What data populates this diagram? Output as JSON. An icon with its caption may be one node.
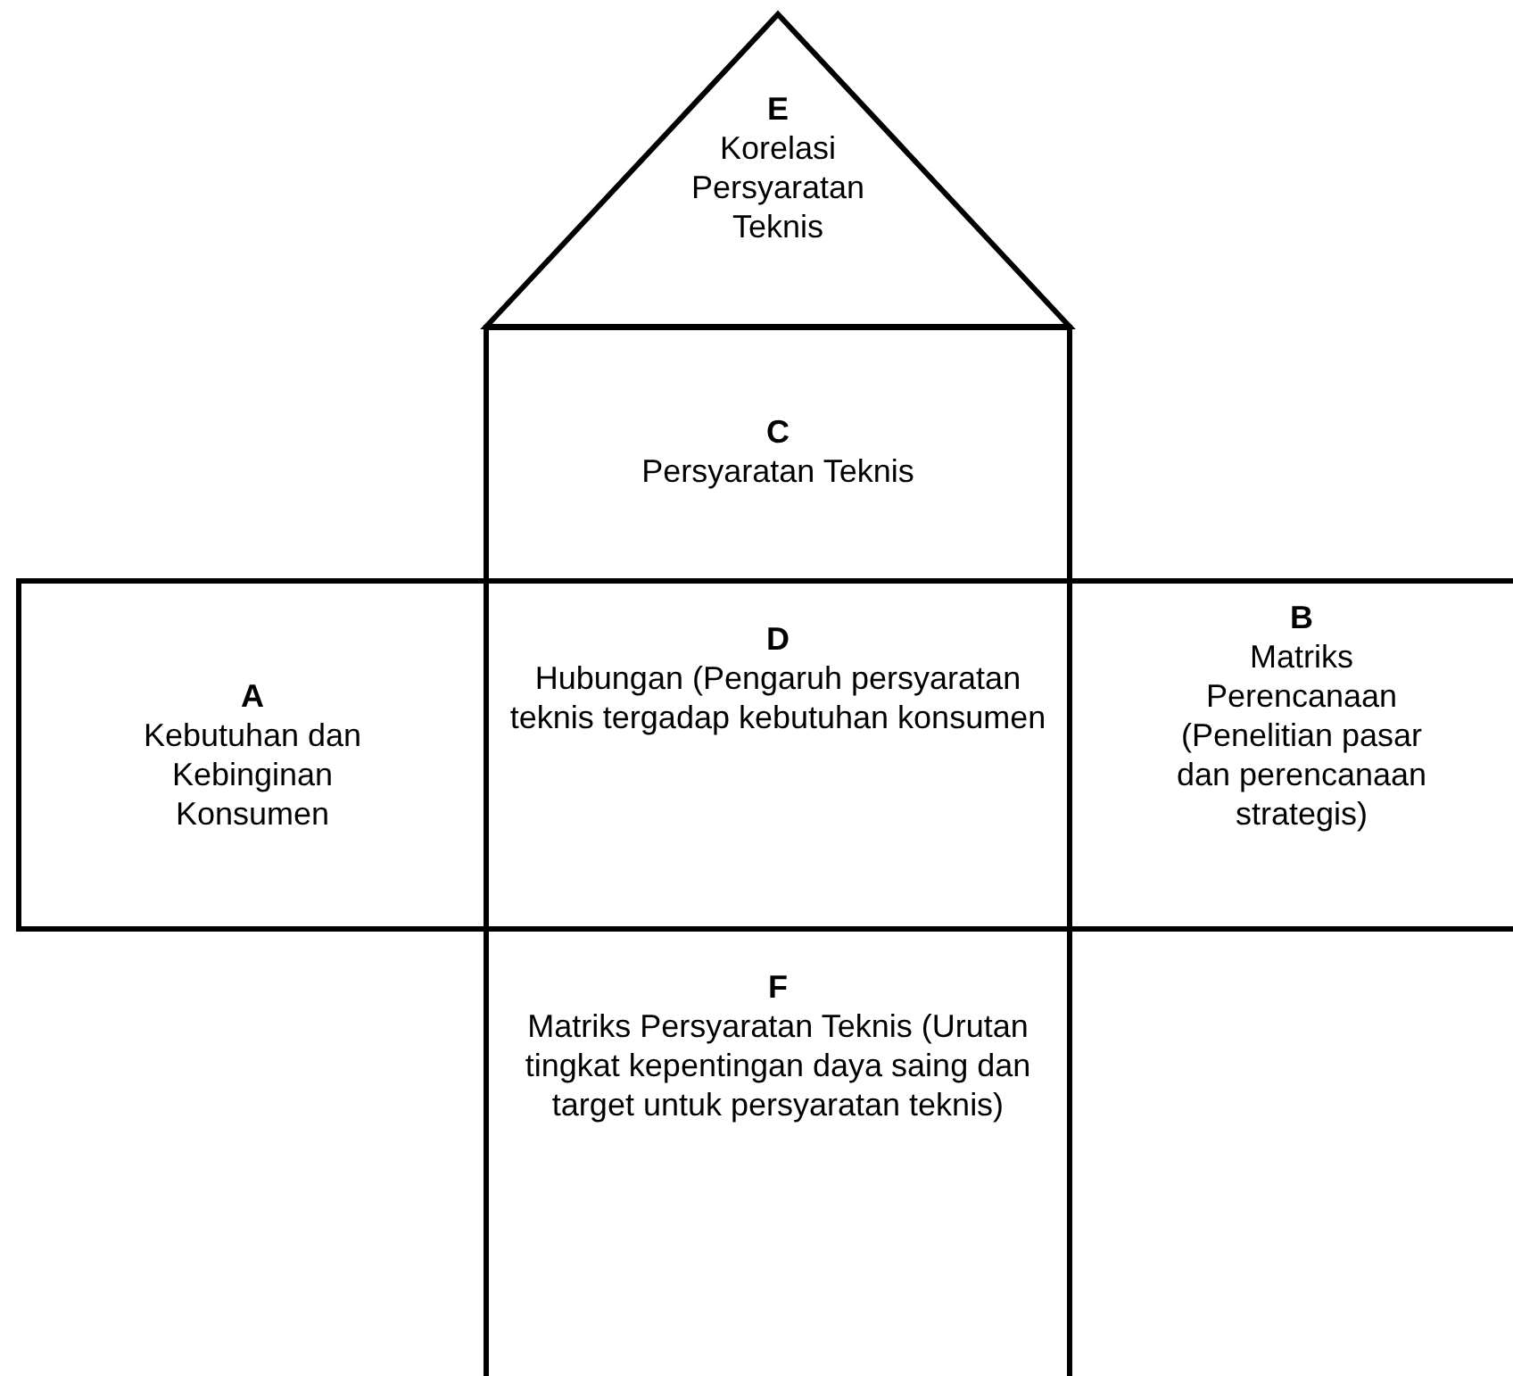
{
  "diagram": {
    "nodes": [
      {
        "text": [
          "E",
          "Korelasi Persyaratan Teknis"
        ]
      },
      {
        "text": [
          "C",
          "Persyaratan Teknis"
        ]
      },
      {
        "text": [
          "A",
          "Kebutuhan dan Kebinginan Konsumen"
        ]
      },
      {
        "text": [
          "D",
          "Hubungan (Pengaruh persyaratan teknis tergadap kebutuhan konsumen"
        ]
      },
      {
        "text": [
          "B",
          "Matriks Perencanaan (Penelitian pasar dan perencanaan strategis)"
        ]
      },
      {
        "text": [
          "F",
          "Matriks Persyaratan Teknis (Urutan tingkat kepentingan daya saing dan target untuk persyaratan teknis)"
        ]
      }
    ]
  }
}
